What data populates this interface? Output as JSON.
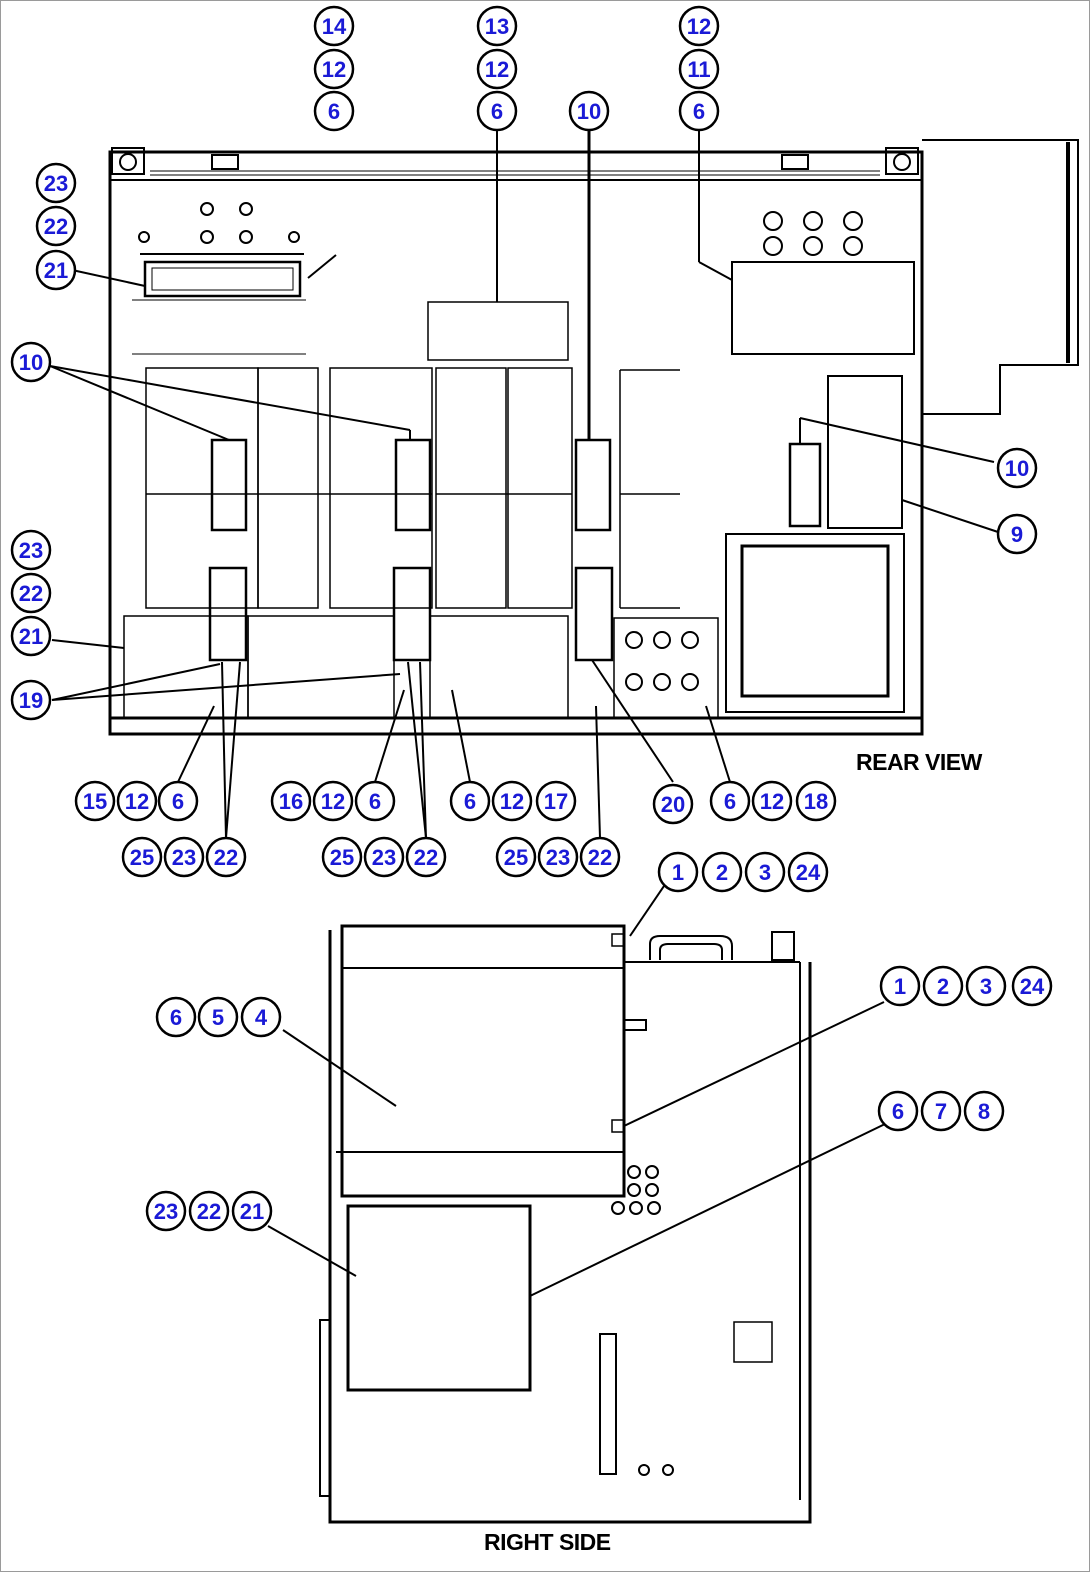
{
  "labels": {
    "rear_view": "REAR VIEW",
    "right_side": "RIGHT SIDE"
  },
  "colors": {
    "callout_fill": "#ffffff",
    "callout_text": "#1a1ad6",
    "line": "#000000",
    "frame": "#9a9a9a"
  },
  "callouts": {
    "c14": "14",
    "c12a": "12",
    "c6a": "6",
    "c13": "13",
    "c12b": "12",
    "c6b": "6",
    "c10top": "10",
    "c12c": "12",
    "c11": "11",
    "c6c": "6",
    "c23a": "23",
    "c22a": "22",
    "c21a": "21",
    "c10left": "10",
    "c10right": "10",
    "c9": "9",
    "c23b": "23",
    "c22b": "22",
    "c21b": "21",
    "c19": "19",
    "c15": "15",
    "c12d": "12",
    "c6d": "6",
    "c16": "16",
    "c12e": "12",
    "c6e": "6",
    "c6f": "6",
    "c12f": "12",
    "c17": "17",
    "c20": "20",
    "c6g": "6",
    "c12g": "12",
    "c18": "18",
    "c25a": "25",
    "c23c": "23",
    "c22c": "22",
    "c25b": "25",
    "c23d": "23",
    "c22d": "22",
    "c25c": "25",
    "c23e": "23",
    "c22e": "22",
    "c1a": "1",
    "c2a": "2",
    "c3a": "3",
    "c24a": "24",
    "c1b": "1",
    "c2b": "2",
    "c3b": "3",
    "c24b": "24",
    "c6h": "6",
    "c5": "5",
    "c4": "4",
    "c6i": "6",
    "c7": "7",
    "c8": "8",
    "c23f": "23",
    "c22f": "22",
    "c21c": "21"
  }
}
